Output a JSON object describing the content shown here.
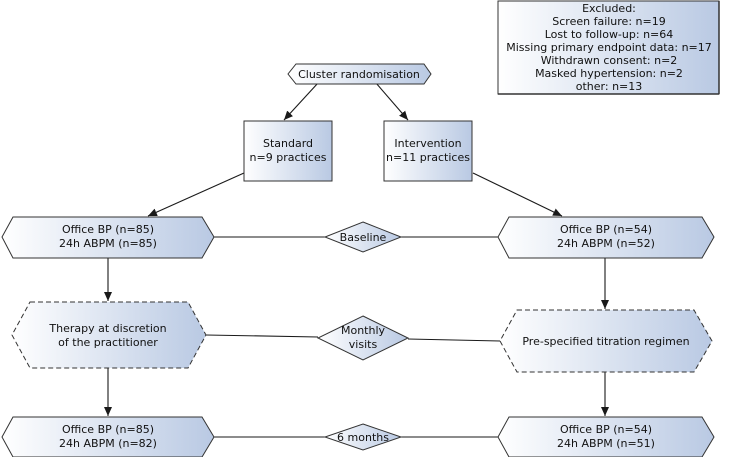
{
  "colors": {
    "box_fill_start": "#ffffff",
    "box_fill_end": "#b9c9e3",
    "stroke": "#333333",
    "text": "#111111"
  },
  "excluded": {
    "lines": [
      "Excluded:",
      "Screen failure: n=19",
      "Lost to follow-up: n=64",
      "Missing primary endpoint data: n=17",
      "Withdrawn consent: n=2",
      "Masked hypertension: n=2",
      "other: n=13"
    ]
  },
  "randomisation": {
    "label": "Cluster  randomisation"
  },
  "standard": {
    "line1": "Standard",
    "line2": "n=9 practices"
  },
  "intervention": {
    "line1": "Intervention",
    "line2": "n=11 practices"
  },
  "baseline_left": {
    "line1": "Office BP (n=85)",
    "line2": "24h  ABPM (n=85)"
  },
  "baseline_right": {
    "line1": "Office BP (n=54)",
    "line2": "24h  ABPM (n=52)"
  },
  "baseline_diamond": {
    "label": "Baseline"
  },
  "therapy_left": {
    "line1": "Therapy at discretion",
    "line2": "of the practitioner"
  },
  "therapy_right": {
    "label": "Pre-specified titration regimen"
  },
  "monthly_diamond": {
    "line1": "Monthly",
    "line2": "visits"
  },
  "final_left": {
    "line1": "Office BP (n=85)",
    "line2": "24h  ABPM (n=82)"
  },
  "final_right": {
    "line1": "Office BP (n=54)",
    "line2": "24h  ABPM (n=51)"
  },
  "six_months_diamond": {
    "label": "6 months"
  }
}
